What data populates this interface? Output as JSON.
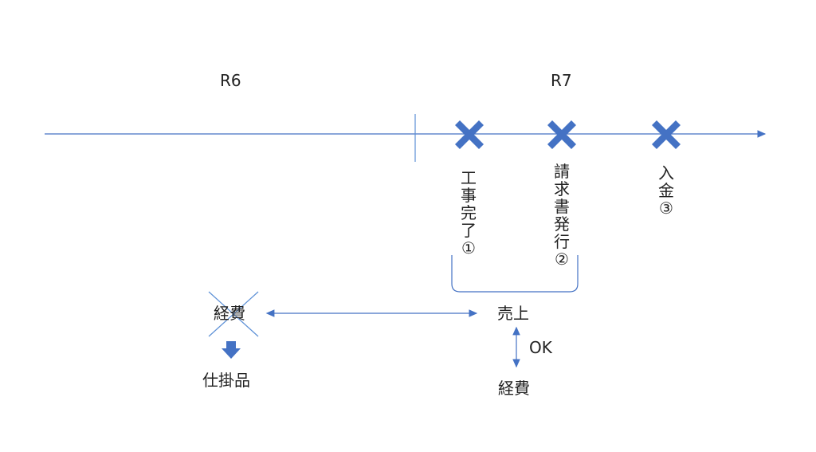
{
  "timeline": {
    "period_left": "R6",
    "period_right": "R7"
  },
  "events": [
    {
      "label": "工事完了①",
      "chars": [
        "工",
        "事",
        "完",
        "了",
        "①"
      ]
    },
    {
      "label": "請求書発行②",
      "chars": [
        "請",
        "求",
        "書",
        "発",
        "行",
        "②"
      ]
    },
    {
      "label": "入金③",
      "chars": [
        "入",
        "金",
        "③"
      ]
    }
  ],
  "accounting": {
    "expense_crossed": "経費",
    "wip": "仕掛品",
    "sales": "売上",
    "ok": "OK",
    "expense_matched": "経費"
  },
  "colors": {
    "line": "#4472c4",
    "marker": "#4472c4",
    "divider": "#5b8fd6"
  }
}
